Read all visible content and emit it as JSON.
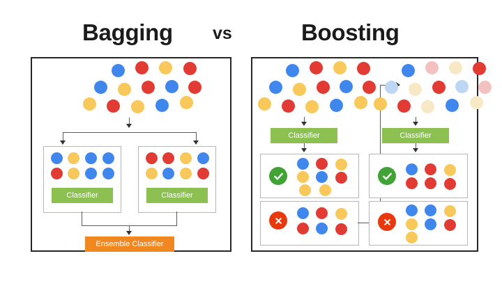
{
  "titles": {
    "left": "Bagging",
    "vs": "vs",
    "right": "Boosting"
  },
  "colors": {
    "blue": "#3f87ed",
    "red": "#e13b34",
    "yellow": "#f8c85a",
    "blue_faded": "#bcd6f3",
    "red_faded": "#f3c2c0",
    "yellow_faded": "#f7e9c6",
    "classifier_green": "#8cc152",
    "ensemble_orange": "#f0881f",
    "correct_green": "#41a335",
    "wrong_red": "#e8380d",
    "panel_border": "#262626",
    "subbox_border": "#b6b6b6",
    "connector": "#5a5a5a",
    "title_text": "#1b1b1b"
  },
  "labels": {
    "classifier": "Classifier",
    "ensemble_classifier": "Ensemble Classifier",
    "correct_badge": "correct-check",
    "wrong_badge": "X"
  },
  "bagging": {
    "dataset": {
      "name": "original-training-dataset",
      "rows": [
        [
          "blue",
          "red",
          "yellow",
          "red"
        ],
        [
          "blue",
          "yellow",
          "red",
          "blue",
          "red"
        ],
        [
          "yellow",
          "red",
          "yellow",
          "blue",
          "yellow"
        ]
      ]
    },
    "subsets": [
      {
        "name": "bootstrap-sample-1",
        "rows": [
          [
            "blue",
            "yellow",
            "blue",
            "blue"
          ],
          [
            "red",
            "yellow",
            "blue",
            "blue"
          ]
        ],
        "classifier_label": "Classifier"
      },
      {
        "name": "bootstrap-sample-2",
        "rows": [
          [
            "red",
            "red",
            "yellow",
            "blue"
          ],
          [
            "yellow",
            "blue",
            "yellow",
            "red"
          ]
        ],
        "classifier_label": "Classifier"
      }
    ],
    "ensemble_label": "Ensemble Classifier"
  },
  "boosting": {
    "stages": [
      {
        "name": "boosting-stage-1",
        "dataset_rows": [
          [
            "blue",
            "red",
            "yellow",
            "red"
          ],
          [
            "blue",
            "yellow",
            "red",
            "blue",
            "red"
          ],
          [
            "yellow",
            "red",
            "yellow",
            "blue",
            "yellow"
          ]
        ],
        "classifier_label": "Classifier",
        "correct_rows": [
          [
            "blue",
            "red",
            "yellow"
          ],
          [
            "yellow",
            "blue",
            "red"
          ],
          [
            "yellow",
            "yellow"
          ]
        ],
        "wrong_rows": [
          [
            "blue",
            "red",
            "yellow"
          ],
          [
            "red",
            "blue",
            "red"
          ]
        ]
      },
      {
        "name": "boosting-stage-2",
        "dataset_rows": [
          [
            "blue",
            "red-faded",
            "yellow-faded",
            "red"
          ],
          [
            "blue-faded",
            "yellow-faded",
            "red",
            "blue-faded",
            "red-faded"
          ],
          [
            "yellow",
            "red",
            "yellow-faded",
            "blue",
            "yellow-faded"
          ]
        ],
        "classifier_label": "Classifier",
        "correct_rows": [
          [
            "blue",
            "red",
            "yellow"
          ],
          [
            "red",
            "red",
            "red"
          ]
        ],
        "wrong_rows": [
          [
            "blue",
            "blue",
            "yellow"
          ],
          [
            "yellow",
            "blue",
            "red"
          ],
          [
            "yellow"
          ]
        ]
      }
    ]
  }
}
